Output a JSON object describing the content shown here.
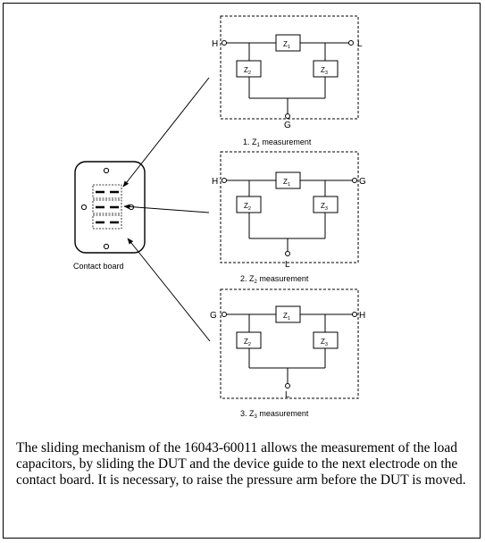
{
  "board": {
    "label": "Contact board"
  },
  "panels": [
    {
      "caption_num": "1.",
      "caption_z": "Z",
      "caption_sub": "1",
      "caption_rest": "measurement",
      "left_terminal": "H",
      "right_terminal": "L",
      "bottom_terminal": "G",
      "z_top": {
        "z": "Z",
        "sub": "1"
      },
      "z_left": {
        "z": "Z",
        "sub": "2"
      },
      "z_right": {
        "z": "Z",
        "sub": "3"
      }
    },
    {
      "caption_num": "2.",
      "caption_z": "Z",
      "caption_sub": "2",
      "caption_rest": "measurement",
      "left_terminal": "H",
      "right_terminal": "G",
      "bottom_terminal": "L",
      "z_top": {
        "z": "Z",
        "sub": "1"
      },
      "z_left": {
        "z": "Z",
        "sub": "2"
      },
      "z_right": {
        "z": "Z",
        "sub": "3"
      }
    },
    {
      "caption_num": "3.",
      "caption_z": "Z",
      "caption_sub": "3",
      "caption_rest": "measurement",
      "left_terminal": "G",
      "right_terminal": "H",
      "bottom_terminal": "L",
      "z_top": {
        "z": "Z",
        "sub": "1"
      },
      "z_left": {
        "z": "Z",
        "sub": "2"
      },
      "z_right": {
        "z": "Z",
        "sub": "3"
      }
    }
  ],
  "description": "The sliding mechanism of the 16043-60011 allows the measurement of the load capacitors, by sliding the DUT and the device guide to the next electrode on the contact board. It is necessary, to raise  the pressure arm before the DUT is moved."
}
